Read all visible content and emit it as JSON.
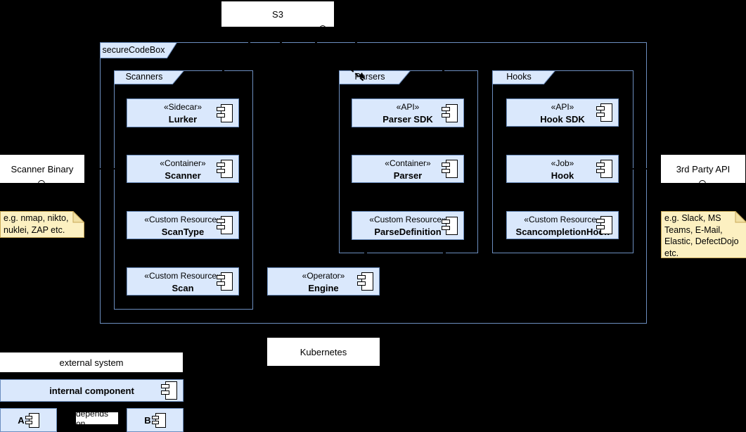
{
  "colors": {
    "background": "#000000",
    "component_fill": "#DAE8FC",
    "component_border": "#6C8EBF",
    "note_fill": "#FCF0C1",
    "note_fold": "#F1E0A3",
    "note_border": "#C9A959",
    "external_box_fill": "#FFFFFF",
    "line_color": "#000000"
  },
  "frame": {
    "label": "secureCodeBox"
  },
  "groups": {
    "scanners": {
      "label": "Scanners"
    },
    "parsers": {
      "label": "Parsers"
    },
    "hooks": {
      "label": "Hooks"
    }
  },
  "components": {
    "lurker": {
      "stereotype": "«Sidecar»",
      "name": "Lurker"
    },
    "scanner": {
      "stereotype": "«Container»",
      "name": "Scanner"
    },
    "scantype": {
      "stereotype": "«Custom Resource»",
      "name": "ScanType"
    },
    "scan": {
      "stereotype": "«Custom Resource»",
      "name": "Scan"
    },
    "parser_sdk": {
      "stereotype": "«API»",
      "name": "Parser SDK"
    },
    "parser": {
      "stereotype": "«Container»",
      "name": "Parser"
    },
    "parsedefinition": {
      "stereotype": "«Custom Resource»",
      "name": "ParseDefinition"
    },
    "hook_sdk": {
      "stereotype": "«API»",
      "name": "Hook SDK"
    },
    "hook": {
      "stereotype": "«Job»",
      "name": "Hook"
    },
    "scancompletionhook": {
      "stereotype": "«Custom Resource»",
      "name": "ScancompletionHook"
    },
    "engine": {
      "stereotype": "«Operator»",
      "name": "Engine"
    }
  },
  "external": {
    "s3": "S3",
    "scanner_binary": "Scanner Binary",
    "third_party_api": "3rd Party API",
    "kubernetes": "Kubernetes"
  },
  "notes": {
    "left": "e.g. nmap, nikto,\nnuklei, ZAP etc.",
    "right": "e.g. Slack, MS\nTeams, E-Mail,\nElastic, DefectDojo\netc."
  },
  "legend": {
    "external_system": "external system",
    "internal_component": "internal component",
    "a": "A",
    "b": "B",
    "depends_on": "depends on"
  }
}
